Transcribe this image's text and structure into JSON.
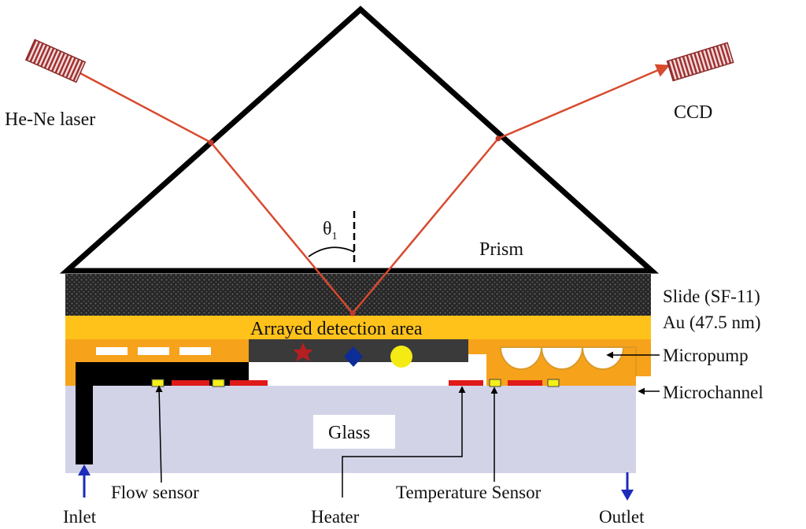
{
  "labels": {
    "laser": "He-Ne laser",
    "ccd": "CCD",
    "theta_main": "θ",
    "theta_sub": "1",
    "prism": "Prism",
    "slide": "Slide (SF-11)",
    "gold": "Au (47.5 nm)",
    "detection_area": "Arrayed detection area",
    "micropump": "Micropump",
    "microchannel": "Microchannel",
    "glass": "Glass",
    "flow_sensor": "Flow sensor",
    "heater": "Heater",
    "temperature_sensor": "Temperature Sensor",
    "inlet": "Inlet",
    "outlet": "Outlet"
  },
  "colors": {
    "beam": "#d84a2e",
    "prism_outline": "#000000",
    "slide": "#222222",
    "gold": "#ffc21a",
    "orange_layer": "#f7a21b",
    "glass": "#d3d3e8",
    "heater": "#e01919",
    "sensor": "#f3f01a",
    "arrow_blue": "#1c2bb8",
    "star": "#b51f22",
    "diamond": "#0c2c96",
    "circle": "#f4ea14"
  }
}
